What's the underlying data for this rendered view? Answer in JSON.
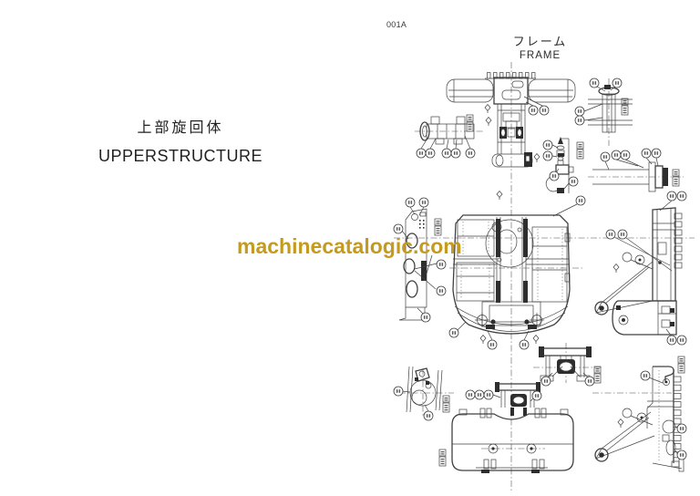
{
  "page": {
    "doc_code": "001A",
    "section_title_jp": "上部旋回体",
    "section_title_en": "UPPERSTRUCTURE",
    "watermark_text": "machinecatalogic.com"
  },
  "diagram": {
    "title_jp": "フレーム",
    "title_en": "FRAME",
    "kind": "exploded-parts-line-drawing"
  },
  "colors": {
    "watermark": "#C49A1F",
    "line_art": "#414141",
    "background": "#FFFFFF"
  }
}
